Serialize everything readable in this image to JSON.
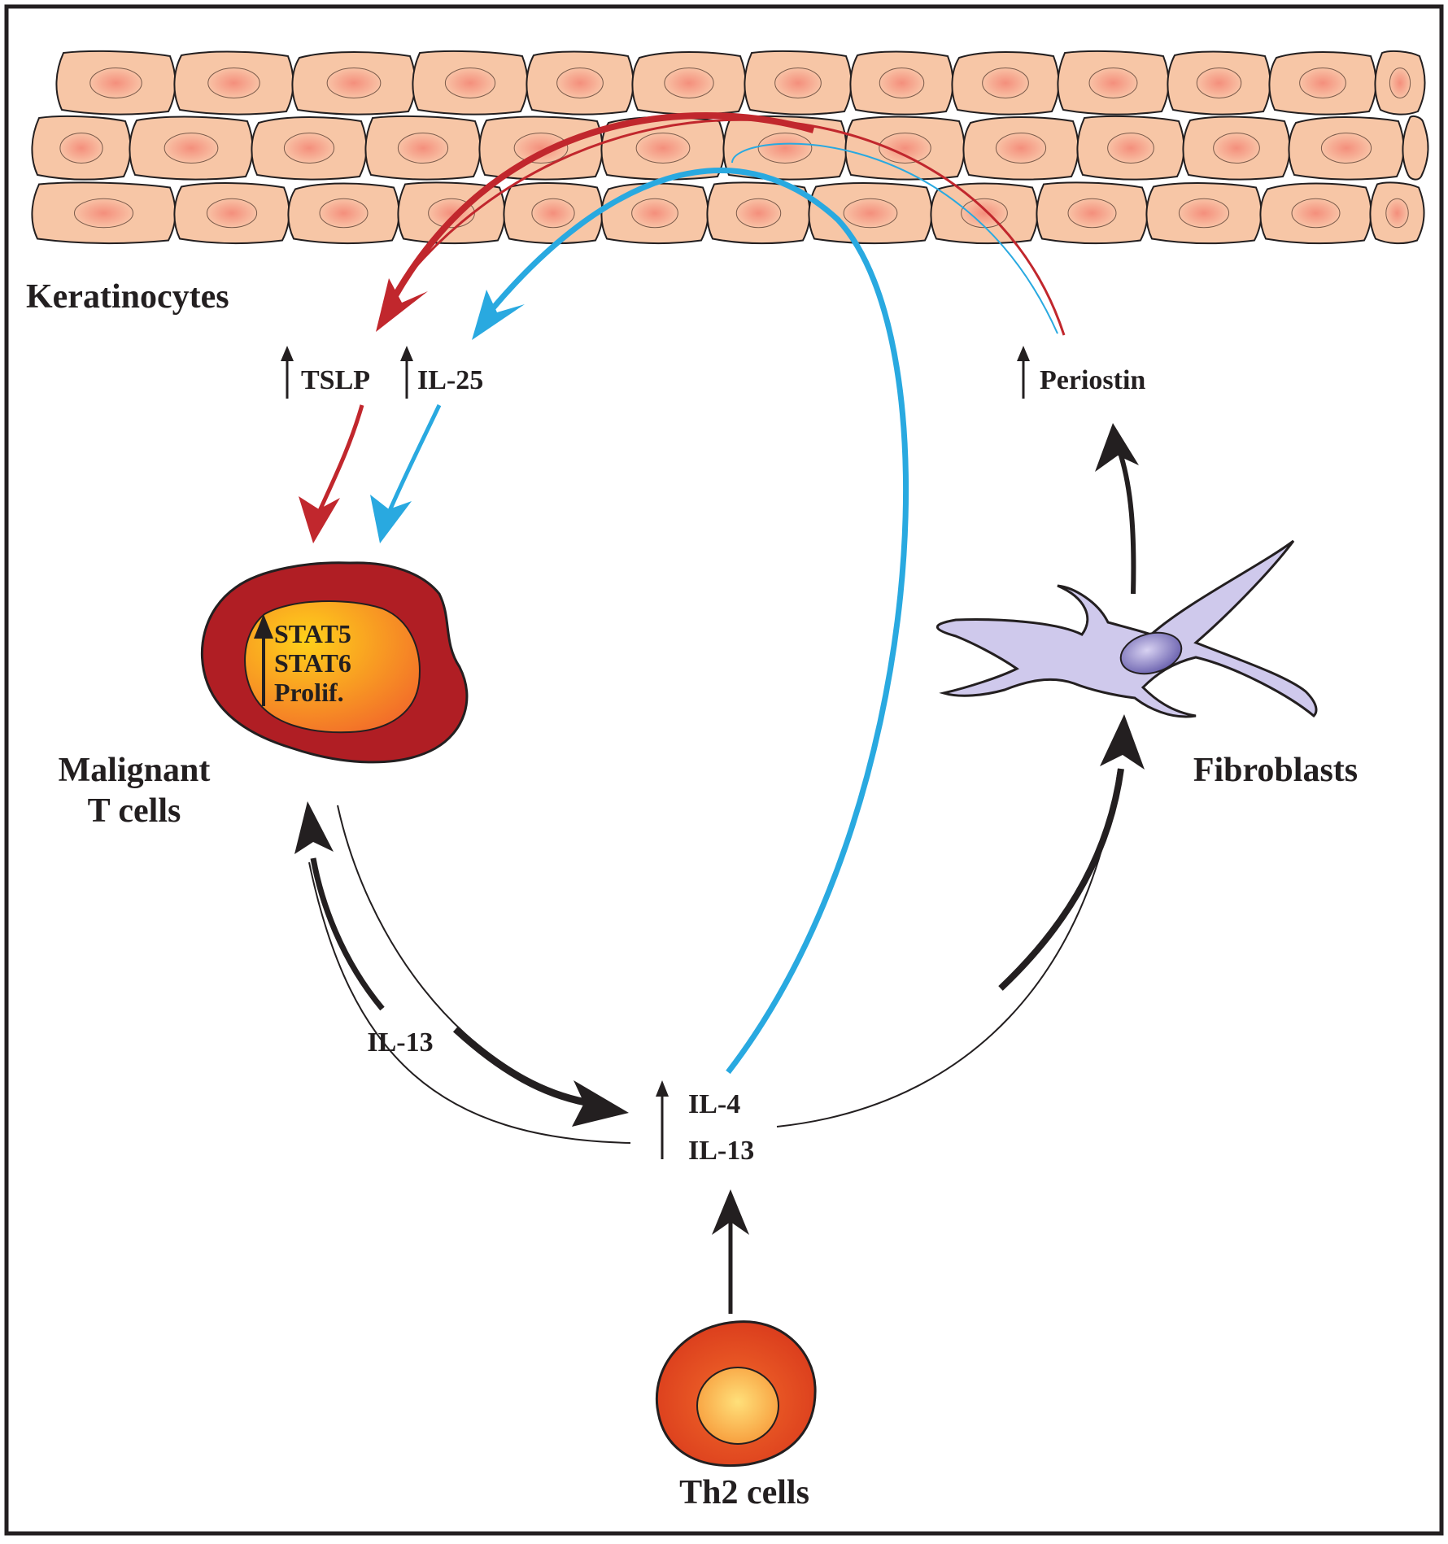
{
  "labels": {
    "keratinocytes": "Keratinocytes",
    "tslp": "TSLP",
    "il25": "IL-25",
    "periostin": "Periostin",
    "malignant_line1": "Malignant",
    "malignant_line2": "T cells",
    "fibroblasts": "Fibroblasts",
    "th2": "Th2 cells",
    "il13_left": "IL-13",
    "il4": "IL-4",
    "il13_center": "IL-13"
  },
  "nucleus": {
    "line1": "STAT5",
    "line2": "STAT6",
    "line3": "Prolif."
  },
  "colors": {
    "red_arrow": "#c1272d",
    "blue_arrow": "#29a9e0",
    "black_arrow": "#231f20",
    "keratinocyte_fill": "#f7c6a6",
    "keratinocyte_nucleus": "#f4a08a",
    "malignant_outer": "#b01e24",
    "nucleus_gold": "#f7b21b",
    "fibroblast": "#c9c3e8",
    "th2_outer": "#e8431f",
    "th2_inner": "#fbb040"
  }
}
